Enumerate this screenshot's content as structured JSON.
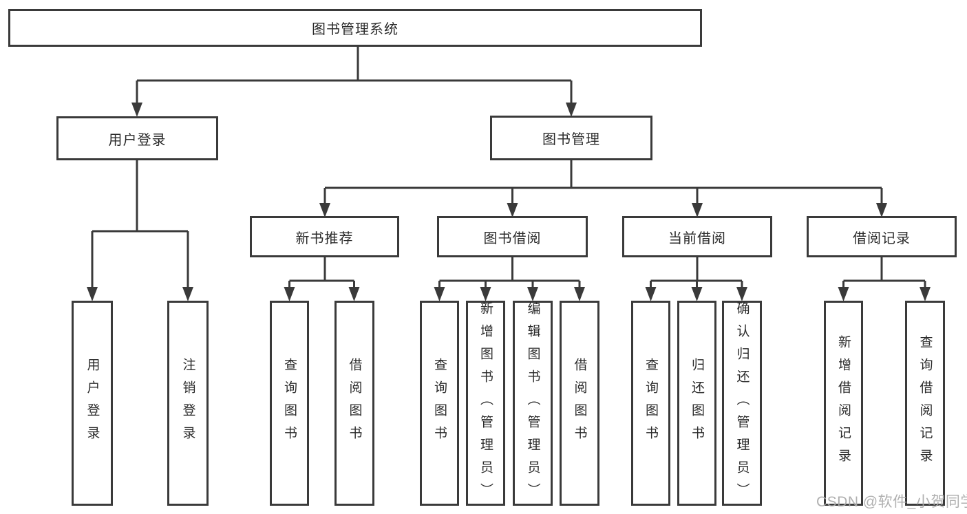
{
  "nodes": {
    "root": "图书管理系统",
    "user_login": "用户登录",
    "book_mgmt": "图书管理",
    "new_book_rec": "新书推荐",
    "book_borrow": "图书借阅",
    "current_borrow": "当前借阅",
    "borrow_records": "借阅记录",
    "ul_user_login": "用户登录",
    "ul_logout": "注销登录",
    "nb_query_books": "查询图书",
    "nb_borrow_books": "借阅图书",
    "bb_query_books": "查询图书",
    "bb_add_books": "新增图书（管理员）",
    "bb_edit_books": "编辑图书（管理员）",
    "bb_borrow_books": "借阅图书",
    "cb_query_books": "查询图书",
    "cb_return_books": "归还图书",
    "cb_confirm_return": "确认归还（管理员）",
    "br_add_record": "新增借阅记录",
    "br_query_record": "查询借阅记录"
  },
  "hierarchy": {
    "图书管理系统": {
      "用户登录": [
        "用户登录",
        "注销登录"
      ],
      "图书管理": {
        "新书推荐": [
          "查询图书",
          "借阅图书"
        ],
        "图书借阅": [
          "查询图书",
          "新增图书（管理员）",
          "编辑图书（管理员）",
          "借阅图书"
        ],
        "当前借阅": [
          "查询图书",
          "归还图书",
          "确认归还（管理员）"
        ],
        "借阅记录": [
          "新增借阅记录",
          "查询借阅记录"
        ]
      }
    }
  },
  "watermark": {
    "text": "CSDN @软件_小贺同学"
  },
  "colors": {
    "line": "#3a3a3a",
    "box_border": "#3a3a3a",
    "text": "#2b2b2b",
    "background": "#ffffff",
    "watermark": "#aaaaaa"
  }
}
